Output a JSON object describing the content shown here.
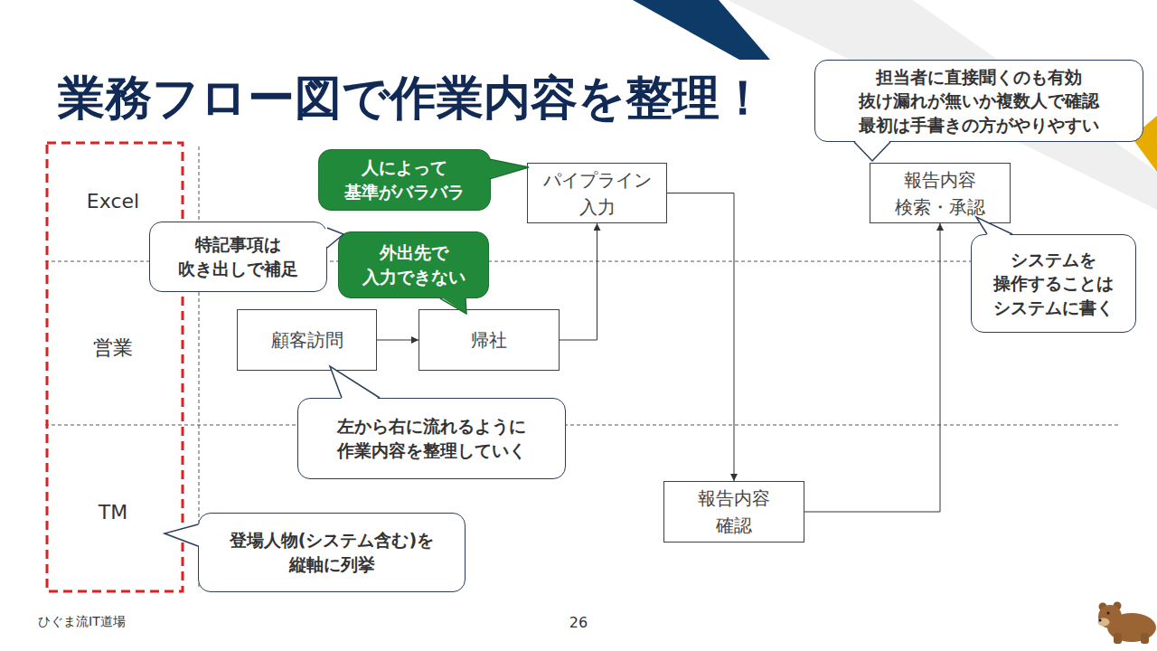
{
  "diagram": {
    "title": "業務フロー図で作業内容を整理！",
    "nodes": [
      {
        "text": [
          "人によって 基準がバラバラ"
        ]
      },
      {
        "text": [
          "パイプライン 入力"
        ]
      },
      {
        "text": [
          "担当者に直接聞くのも有効 抜け漏れが無いか複数人で確認 最初は手書きの方がやりやすい"
        ]
      },
      {
        "text": [
          "報告内容 検索・承認"
        ]
      },
      {
        "text": [
          "特記事項は 吹き出しで補足"
        ]
      },
      {
        "text": [
          "外出先で 入力できない"
        ]
      },
      {
        "text": [
          "システムを 操作することは システムに書く"
        ]
      },
      {
        "text": [
          "顧客訪問"
        ]
      },
      {
        "text": [
          "帰社"
        ]
      },
      {
        "text": [
          "左から右に流れるように 作業内容を整理していく"
        ]
      },
      {
        "text": [
          "報告内容 確認"
        ]
      },
      {
        "text": [
          "登場人物(システム含む)を 縦軸に列挙"
        ]
      }
    ],
    "edges": [
      {
        "from": 7,
        "to": 8,
        "arrow": "to"
      },
      {
        "from": 8,
        "to": 1,
        "arrow": "to"
      },
      {
        "from": 1,
        "to": 10,
        "arrow": "to"
      },
      {
        "from": 10,
        "to": 3,
        "arrow": "to"
      }
    ],
    "labels": [
      "Excel",
      "営業",
      "TM",
      "ひぐま流IT道場",
      "26"
    ]
  }
}
